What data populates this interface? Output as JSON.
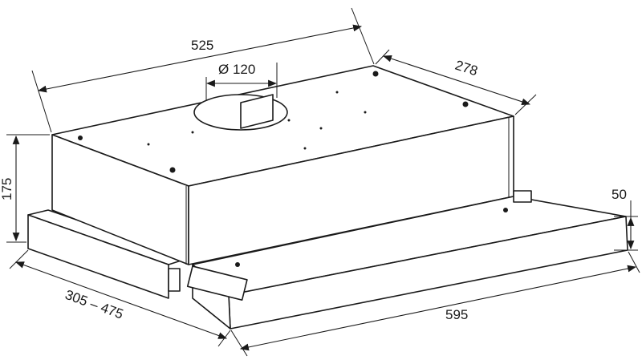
{
  "dimensions": {
    "width": "525",
    "outlet_diameter": "Ø 120",
    "depth": "278",
    "height": "175",
    "visor_height": "50",
    "extension_range": "305 – 475",
    "visor_width": "595"
  },
  "colors": {
    "line": "#1a1a1a",
    "background": "#ffffff"
  }
}
